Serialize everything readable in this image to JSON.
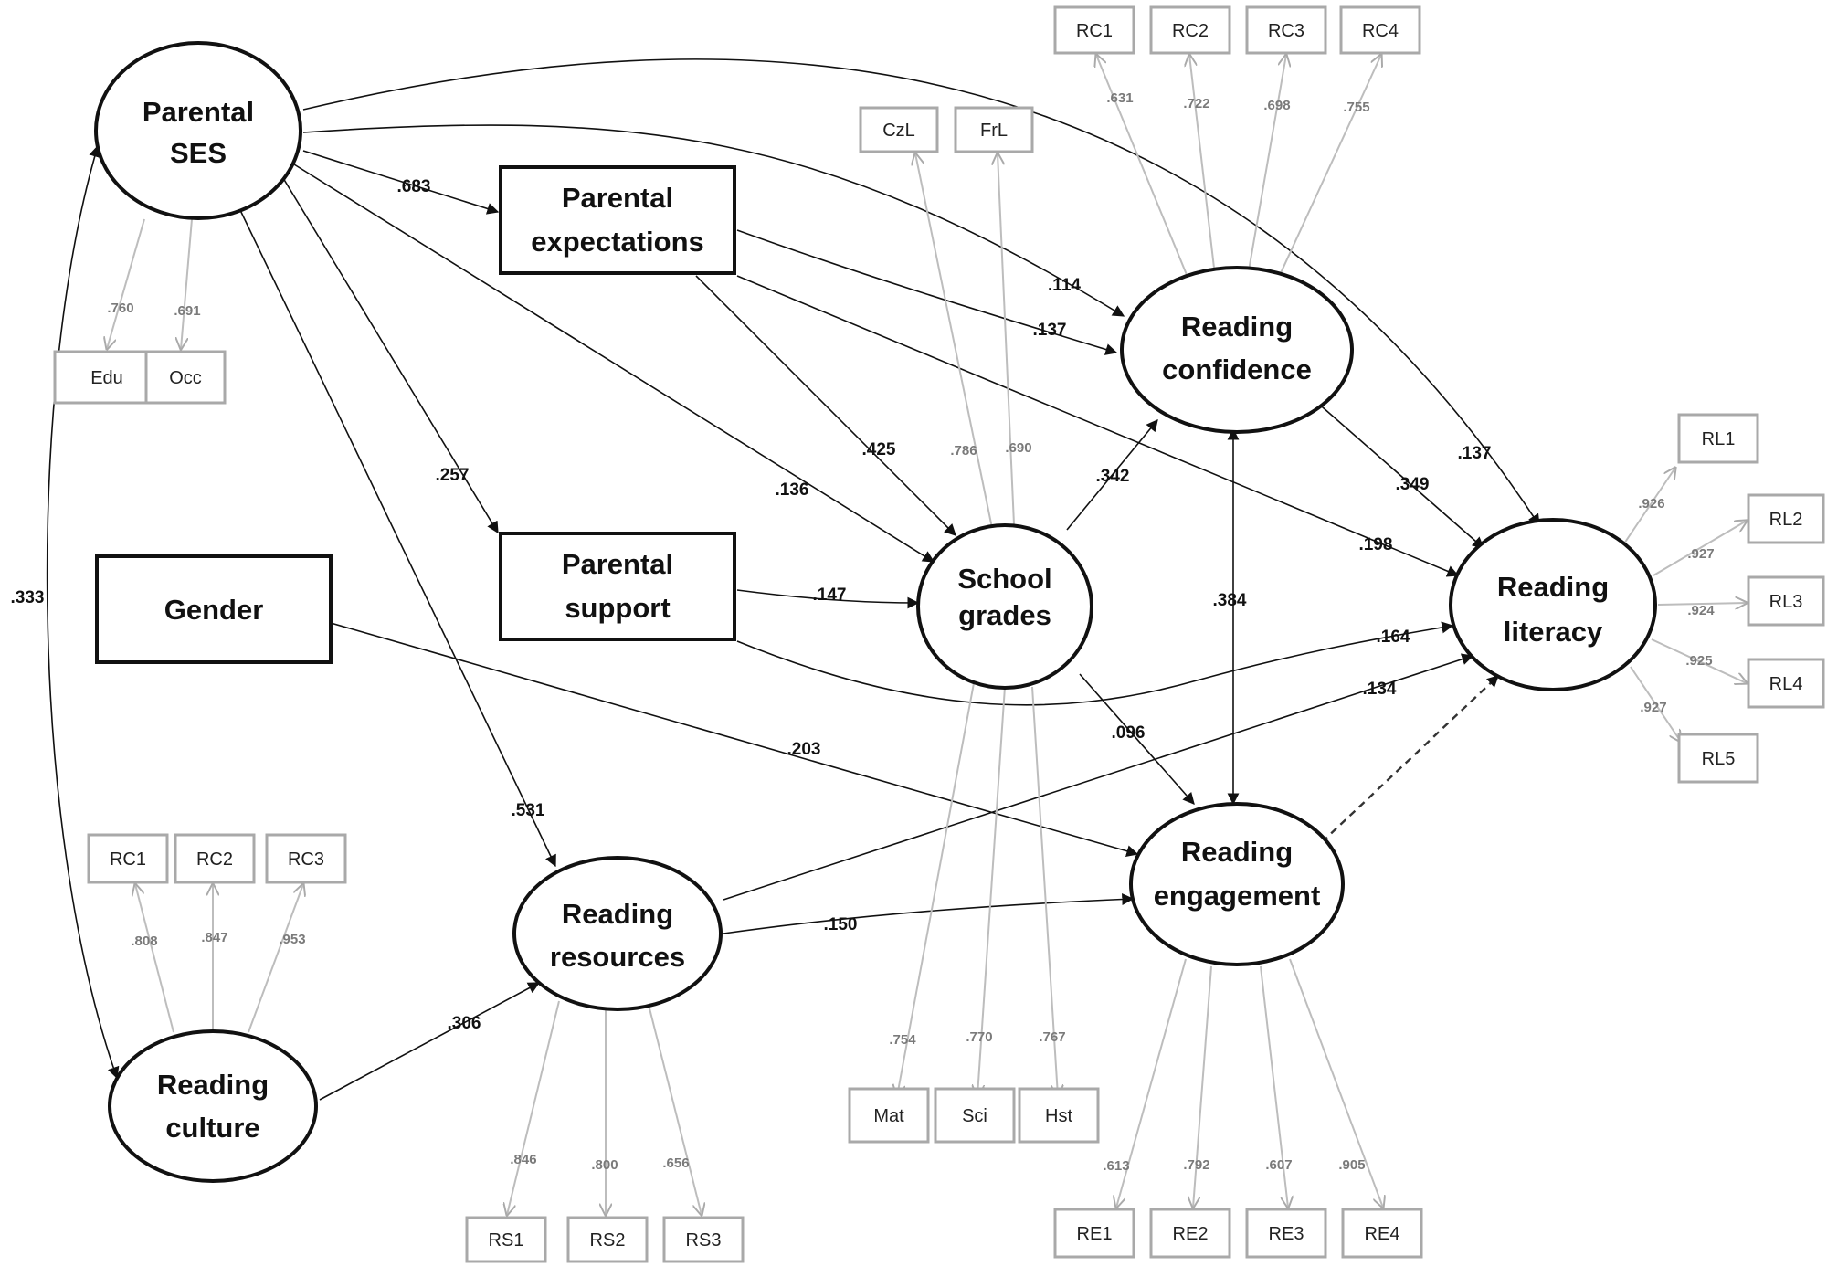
{
  "latent_nodes": {
    "parental_ses": [
      "Parental",
      "SES"
    ],
    "reading_culture": [
      "Reading",
      "culture"
    ],
    "reading_resources": [
      "Reading",
      "resources"
    ],
    "school_grades": [
      "School",
      "grades"
    ],
    "reading_confidence": [
      "Reading",
      "confidence"
    ],
    "reading_engagement": [
      "Reading",
      "engagement"
    ],
    "reading_literacy": [
      "Reading",
      "literacy"
    ]
  },
  "observed_nodes": {
    "parental_expectations": [
      "Parental",
      "expectations"
    ],
    "parental_support": [
      "Parental",
      "support"
    ],
    "gender": [
      "Gender"
    ]
  },
  "indicators": {
    "ses": [
      "Edu",
      "Occ"
    ],
    "culture": [
      "RC1",
      "RC2",
      "RC3"
    ],
    "resources": [
      "RS1",
      "RS2",
      "RS3"
    ],
    "grades_top": [
      "CzL",
      "FrL"
    ],
    "grades_bottom": [
      "Mat",
      "Sci",
      "Hst"
    ],
    "confidence": [
      "RC1",
      "RC2",
      "RC3",
      "RC4"
    ],
    "engagement": [
      "RE1",
      "RE2",
      "RE3",
      "RE4"
    ],
    "literacy": [
      "RL1",
      "RL2",
      "RL3",
      "RL4",
      "RL5"
    ]
  },
  "loadings": {
    "ses": [
      ".760",
      ".691"
    ],
    "culture": [
      ".808",
      ".847",
      ".953"
    ],
    "resources": [
      ".846",
      ".800",
      ".656"
    ],
    "grades_top": [
      ".786",
      ".690"
    ],
    "grades_bottom": [
      ".754",
      ".770",
      ".767"
    ],
    "confidence": [
      ".631",
      ".722",
      ".698",
      ".755"
    ],
    "engagement": [
      ".613",
      ".792",
      ".607",
      ".905"
    ],
    "literacy": [
      ".926",
      ".927",
      ".924",
      ".925",
      ".927"
    ]
  },
  "path_coefficients": {
    "ses_culture": ".333",
    "ses_expectations": ".683",
    "ses_support": ".257",
    "ses_grades": ".136",
    "ses_resources": ".531",
    "ses_confidence": ".114",
    "ses_literacy": ".137",
    "expectations_grades": ".425",
    "expectations_confidence": ".137",
    "expectations_literacy": ".198",
    "support_grades": ".147",
    "support_literacy": ".164",
    "gender_engagement": ".203",
    "culture_resources": ".306",
    "resources_engagement": ".150",
    "resources_literacy": ".134",
    "grades_confidence": ".342",
    "grades_engagement": ".096",
    "confidence_literacy": ".349",
    "confidence_engagement": ".384"
  }
}
